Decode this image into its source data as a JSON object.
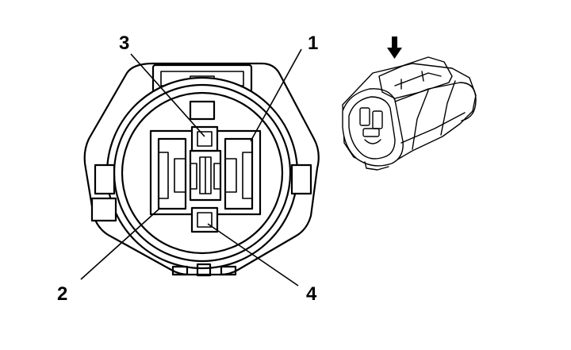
{
  "pins": [
    {
      "number": "1"
    },
    {
      "number": "2"
    },
    {
      "number": "3"
    },
    {
      "number": "4"
    }
  ],
  "colors": {
    "line": "#000000",
    "background": "#ffffff"
  },
  "icons": {
    "direction_arrow": "arrow-down-icon"
  }
}
